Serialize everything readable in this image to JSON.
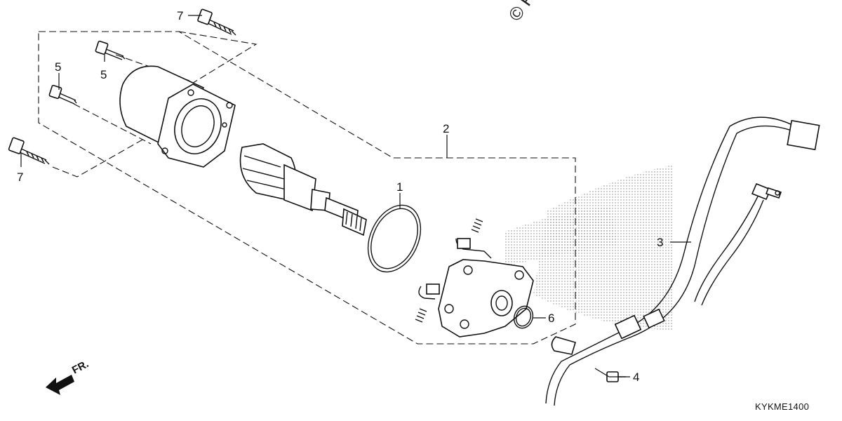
{
  "diagram": {
    "callouts": [
      {
        "id": "c7a",
        "label": "7"
      },
      {
        "id": "c5a",
        "label": "5"
      },
      {
        "id": "c5b",
        "label": "5"
      },
      {
        "id": "c7b",
        "label": "7"
      },
      {
        "id": "c2",
        "label": "2"
      },
      {
        "id": "c1",
        "label": "1"
      },
      {
        "id": "c3",
        "label": "3"
      },
      {
        "id": "c6",
        "label": "6"
      },
      {
        "id": "c4",
        "label": "4"
      }
    ],
    "direction_label": "FR.",
    "diagram_code": "KYKME1400",
    "watermark": "© Pa"
  }
}
